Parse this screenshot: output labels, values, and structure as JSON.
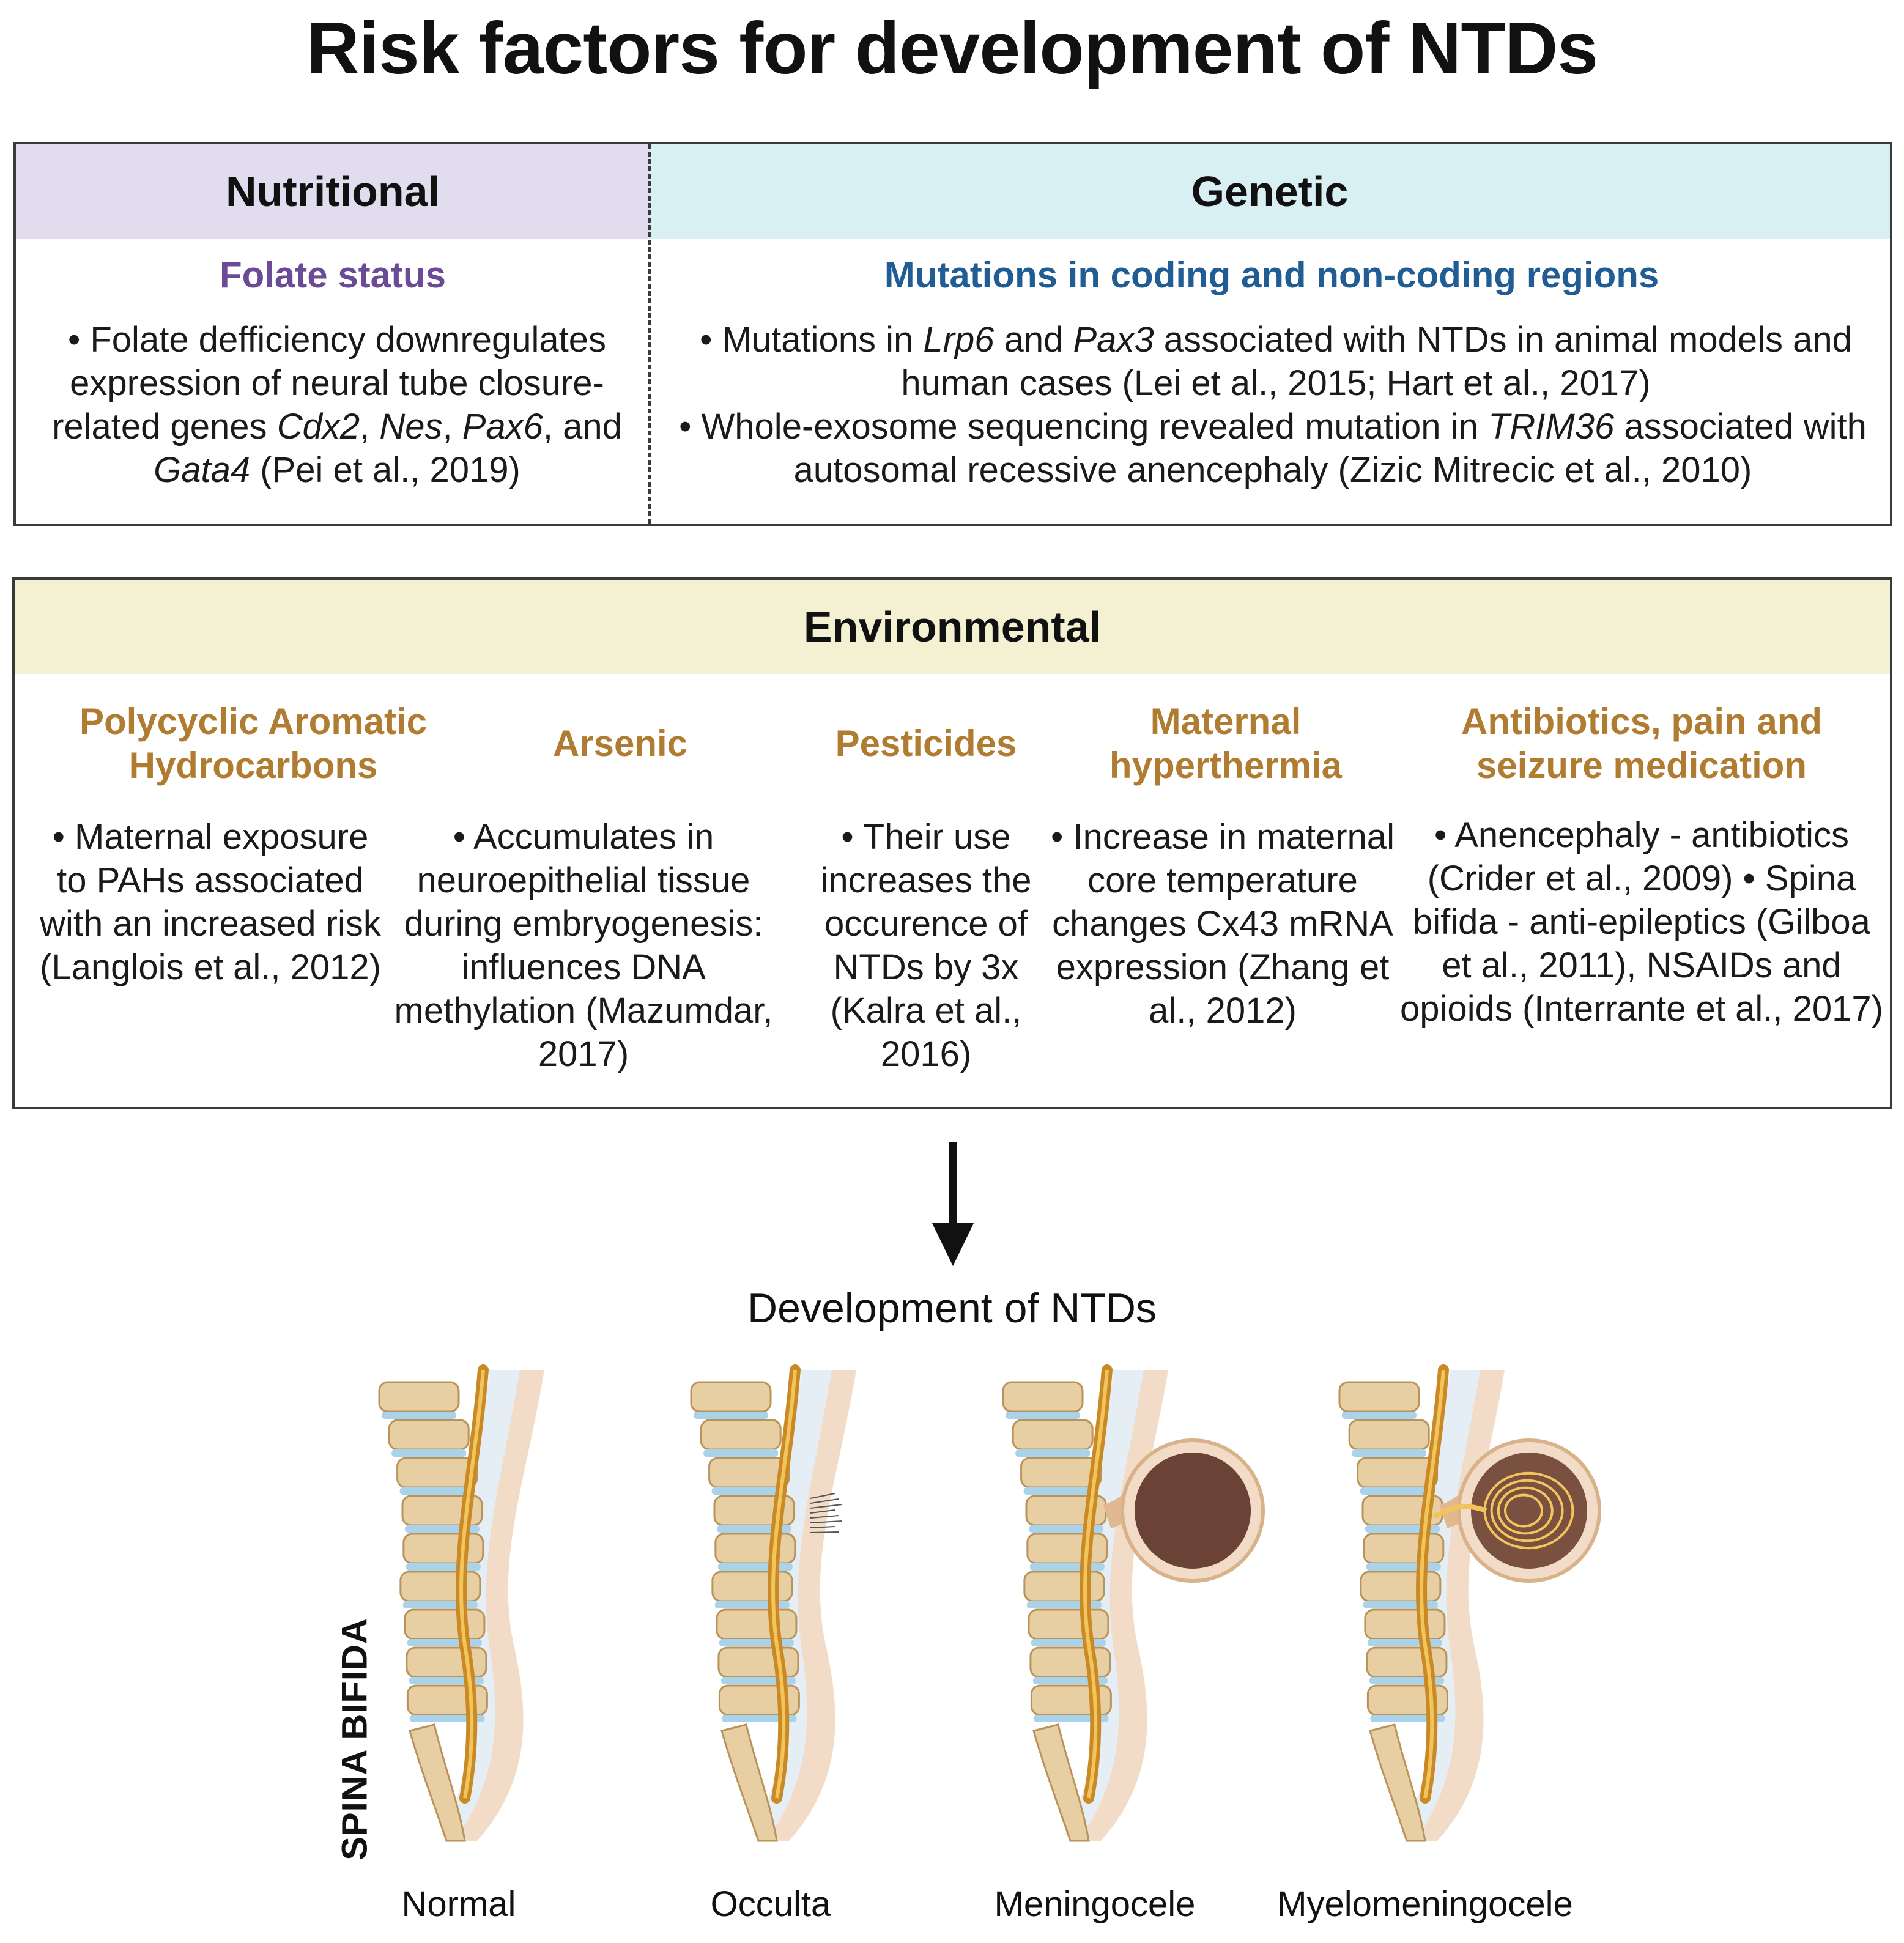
{
  "title": "Risk factors for development of NTDs",
  "nutritional": {
    "header": "Nutritional",
    "subtitle": "Folate status",
    "text": "• Folate defficiency downregulates expression of neural tube closure-related genes <i>Cdx2</i>, <i>Nes</i>, <i>Pax6</i>, and <i>Gata4</i>  (Pei et al., 2019)"
  },
  "genetic": {
    "header": "Genetic",
    "subtitle": "Mutations in coding and non-coding regions",
    "bullet1": "• Mutations in <i>Lrp6</i> and <i>Pax3</i> associated with NTDs in animal models and human cases (Lei et al., 2015; Hart et al., 2017)",
    "bullet2": "• Whole-exosome sequencing revealed mutation in <i>TRIM36</i> associated with autosomal recessive anencephaly (Zizic Mitrecic et al., 2010)"
  },
  "environmental": {
    "header": "Environmental",
    "columns": [
      {
        "title": "Polycyclic Aromatic Hydrocarbons",
        "text": "• Maternal exposure to PAHs associated with an increased risk (Langlois et al., 2012)"
      },
      {
        "title": "Arsenic",
        "text": "• Accumulates in neuroepithelial tissue during embryogenesis: influences DNA methylation (Mazumdar, 2017)"
      },
      {
        "title": "Pesticides",
        "text": "• Their use increases the occurence of NTDs by 3x (Kalra et al., 2016)"
      },
      {
        "title": "Maternal hyperthermia",
        "text": "• Increase in maternal core temperature changes Cx43 mRNA expression (Zhang et al., 2012)"
      },
      {
        "title": "Antibiotics, pain and seizure medication",
        "text": "• Anencephaly  - antibiotics (Crider et al., 2009) • Spina bifida - anti-epileptics (Gilboa et al., 2011), NSAIDs and opioids (Interrante et al., 2017)"
      }
    ]
  },
  "development_label": "Development of NTDs",
  "side_label": "SPINA BIFIDA",
  "captions": [
    "Normal",
    "Occulta",
    "Meningocele",
    "Myelomeningocele"
  ],
  "colors": {
    "nutritional_header": "#e2dcef",
    "genetic_header": "#d8eff4",
    "environmental_header": "#f4f1d3",
    "folate_subtitle": "#6b4a96",
    "genetic_subtitle": "#1f5d94",
    "environmental_subtitle": "#b07c31"
  }
}
